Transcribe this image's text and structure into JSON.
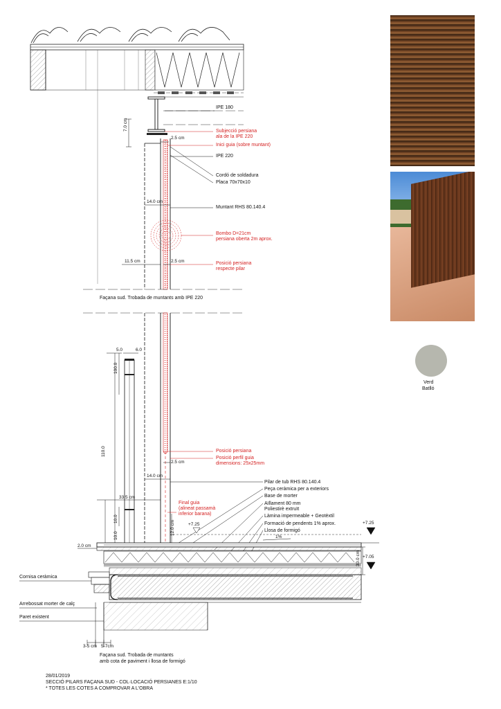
{
  "labels_top": [
    {
      "id": "ipe180",
      "text": "IPE 180",
      "red": false
    },
    {
      "id": "subjeccio",
      "text": "Subjecció persiana\nala de la IPE 220",
      "red": true
    },
    {
      "id": "inici",
      "text": "Inici guia (sobre muntant)",
      "red": true
    },
    {
      "id": "ipe220",
      "text": "IPE 220",
      "red": false
    },
    {
      "id": "cordo",
      "text": "Cordó de soldadura",
      "red": false
    },
    {
      "id": "placa",
      "text": "Placa 70x70x10",
      "red": false
    },
    {
      "id": "muntant",
      "text": "Muntant RHS 80.140.4",
      "red": false
    },
    {
      "id": "bombo",
      "text": "Bombo D=21cm\npersiana oberta 2m aprox.",
      "red": true
    },
    {
      "id": "posicio1",
      "text": "Posició persiana\nrespecte pilar",
      "red": true
    }
  ],
  "labels_bottom": [
    {
      "id": "posicio2",
      "text": "Posició persiana",
      "red": true
    },
    {
      "id": "perfil",
      "text": "Posició perfil guia\ndimensions: 25x25mm",
      "red": true
    },
    {
      "id": "pilar",
      "text": "Pilar de tub RHS 80.140.4",
      "red": false
    },
    {
      "id": "peca",
      "text": "Peça ceràmica per a exteriors",
      "red": false
    },
    {
      "id": "base",
      "text": "Base de morter",
      "red": false
    },
    {
      "id": "aillament",
      "text": "Aïllament 80 mm\nPoliestirè extruït",
      "red": false
    },
    {
      "id": "lamina",
      "text": "Làmina impermeable + Geotèxtil",
      "red": false
    },
    {
      "id": "formacio",
      "text": "Formació de pendents 1% aprox.",
      "red": false
    },
    {
      "id": "llosa",
      "text": "Llosa de formigó",
      "red": false
    },
    {
      "id": "final",
      "text": "Final guia\n(alineat passamà\ninferior barana)",
      "red": true
    }
  ],
  "labels_left": [
    {
      "id": "cornisa",
      "text": "Cornisa ceràmica"
    },
    {
      "id": "arrebossat",
      "text": "Arrebossat morter de calç"
    },
    {
      "id": "paret",
      "text": "Paret existent"
    }
  ],
  "dims": {
    "d7": "7.0 cm",
    "d25a": "2.5 cm",
    "d14a": "14.0 cm",
    "d115": "11.5 cm",
    "d25b": "2.5 cm",
    "d5": "5.0",
    "d6": "6.0",
    "d100": "100.0",
    "d110": "110.0",
    "d25c": "2.5 cm",
    "d14b": "14.0 cm",
    "d335": "33.5 cm",
    "d10a": "10.0",
    "d10b": "10.0",
    "d12": "12.0 cm",
    "d20": "2.0 cm",
    "d30": "30.0 cm",
    "e725a": "+7.25",
    "e725b": "+7.25",
    "e705": "+7.05",
    "pct": "1%",
    "d35": "3-5 cm",
    "d57": "5-7cm"
  },
  "captions": {
    "top": "Façana sud. Trobada de muntants amb IPE 220",
    "bottom": "Façana sud. Trobada de muntants\namb cota de paviment i llosa de formigó"
  },
  "footer": {
    "date": "28/01/2019",
    "title": "SECCIÓ PILARS FAÇANA SUD - COL·LOCACIÓ PERSIANES E:1/10",
    "note": "* TOTES LES COTES A COMPROVAR A L'OBRA"
  },
  "swatch": {
    "name": "Verd",
    "sub": "Batlló",
    "color": "#b6b7ae"
  },
  "colors": {
    "red": "#d41f1f",
    "line": "#111111",
    "wood": "#6b3f22"
  }
}
